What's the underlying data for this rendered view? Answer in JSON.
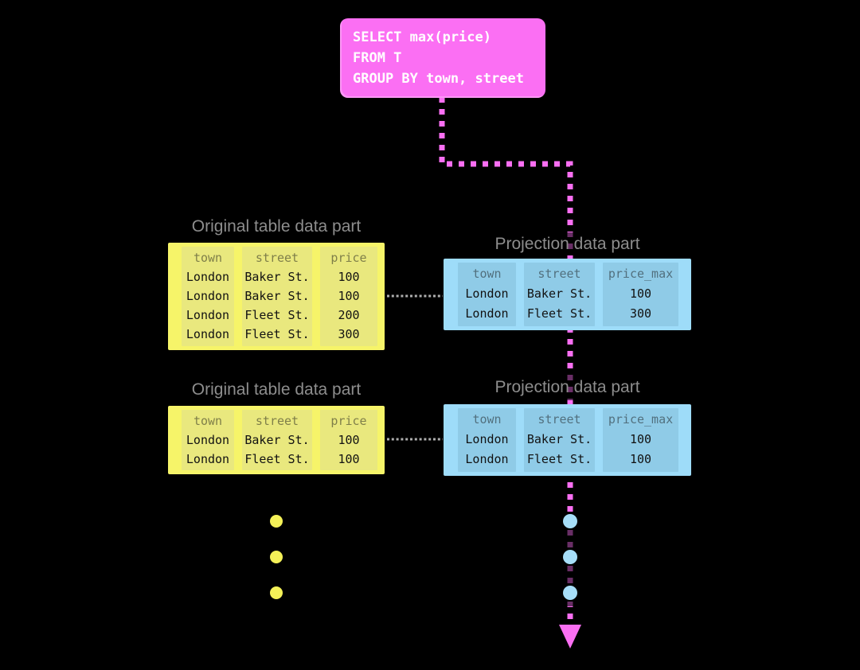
{
  "query_box": {
    "lines": [
      "SELECT max(price)",
      "FROM T",
      "GROUP BY town, street"
    ]
  },
  "parts": {
    "original1": {
      "title": "Original table data part",
      "columns": [
        "town",
        "street",
        "price"
      ],
      "rows": [
        [
          "London",
          "Baker St.",
          "100"
        ],
        [
          "London",
          "Baker St.",
          "100"
        ],
        [
          "London",
          "Fleet St.",
          "200"
        ],
        [
          "London",
          "Fleet St.",
          "300"
        ]
      ]
    },
    "projection1": {
      "title": "Projection data part",
      "columns": [
        "town",
        "street",
        "price_max"
      ],
      "rows": [
        [
          "London",
          "Baker St.",
          "100"
        ],
        [
          "London",
          "Fleet St.",
          "300"
        ]
      ]
    },
    "original2": {
      "title": "Original table data part",
      "columns": [
        "town",
        "street",
        "price"
      ],
      "rows": [
        [
          "London",
          "Baker St.",
          "100"
        ],
        [
          "London",
          "Fleet St.",
          "100"
        ]
      ]
    },
    "projection2": {
      "title": "Projection data part",
      "columns": [
        "town",
        "street",
        "price_max"
      ],
      "rows": [
        [
          "London",
          "Baker St.",
          "100"
        ],
        [
          "London",
          "Fleet St.",
          "100"
        ]
      ]
    }
  },
  "colors": {
    "accent_pink": "#fb6ff3",
    "part_yellow": "#f6f469",
    "band_yellow": "#e9e87e",
    "part_blue": "#9edcf9",
    "band_blue": "#8fcbe7",
    "title_gray": "#8d8d8d",
    "connector_gray": "#adadad",
    "dim_purple_dot": "#642c61"
  }
}
